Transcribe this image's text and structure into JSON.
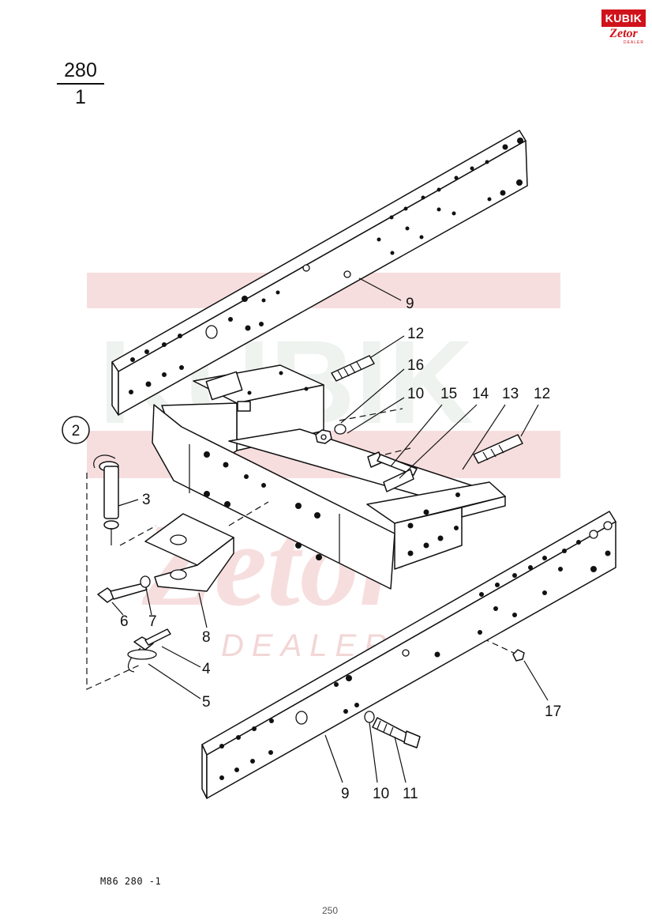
{
  "page_number": {
    "top": "280",
    "bottom": "1"
  },
  "logo": {
    "brand": "KUBIK",
    "sub": "Zetor",
    "tag": "DEALER"
  },
  "watermark": {
    "line1": "KUBIK",
    "line2": "Zetor",
    "line3": "DEALER",
    "color": "#f2cccc"
  },
  "group_label": "2",
  "callouts": [
    "9",
    "12",
    "16",
    "10",
    "15",
    "14",
    "13",
    "12",
    "3",
    "6",
    "7",
    "8",
    "4",
    "5",
    "17",
    "9",
    "10",
    "11"
  ],
  "footer_code": "M86   280 -1",
  "bottom_number": "250"
}
